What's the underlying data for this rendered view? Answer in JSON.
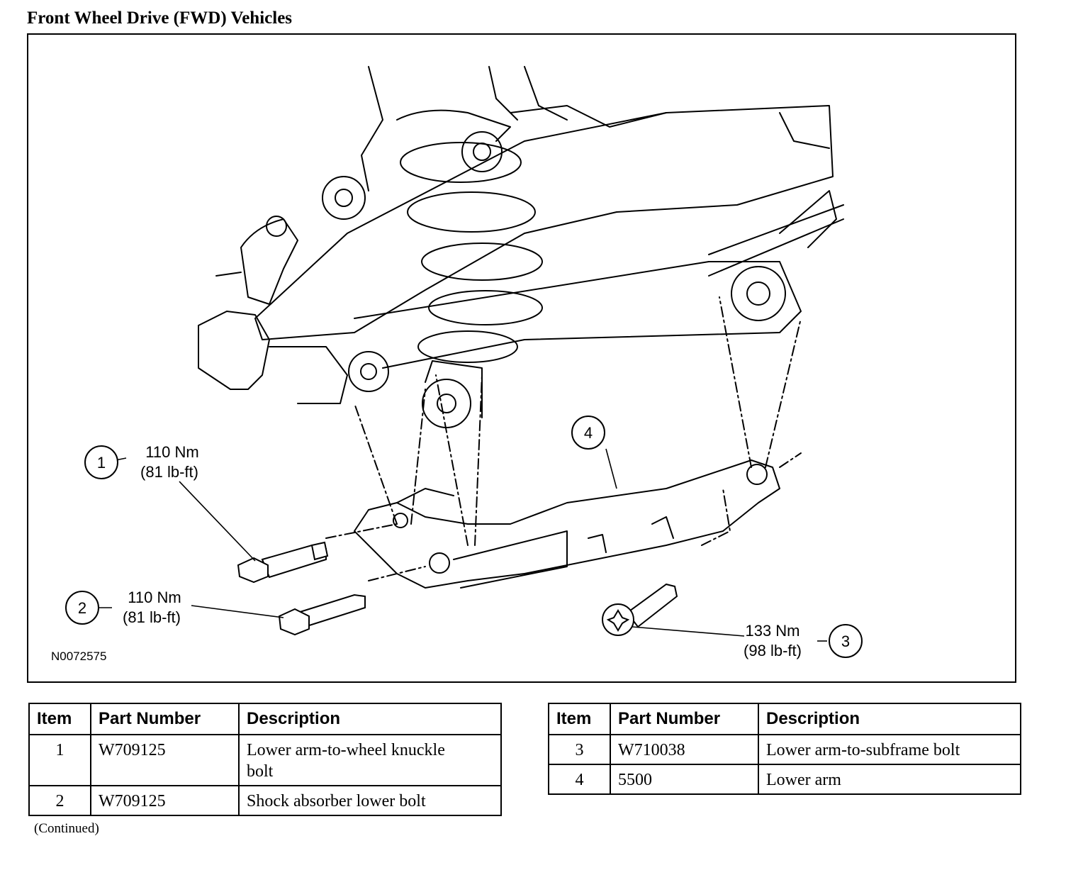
{
  "page_title": "Front Wheel Drive (FWD) Vehicles",
  "figure": {
    "id": "N0072575",
    "callouts": [
      {
        "num": "1",
        "torque_nm": "110 Nm",
        "torque_lbft": "(81 lb-ft)"
      },
      {
        "num": "2",
        "torque_nm": "110 Nm",
        "torque_lbft": "(81 lb-ft)"
      },
      {
        "num": "3",
        "torque_nm": "133 Nm",
        "torque_lbft": "(98 lb-ft)"
      },
      {
        "num": "4"
      }
    ]
  },
  "tables": [
    {
      "headers": [
        "Item",
        "Part Number",
        "Description"
      ],
      "rows": [
        {
          "item": "1",
          "part": "W709125",
          "desc_line1": "Lower arm-to-wheel knuckle",
          "desc_line2": "bolt"
        },
        {
          "item": "2",
          "part": "W709125",
          "desc_line1": "Shock absorber lower bolt"
        }
      ]
    },
    {
      "headers": [
        "Item",
        "Part Number",
        "Description"
      ],
      "rows": [
        {
          "item": "3",
          "part": "W710038",
          "desc_line1": "Lower arm-to-subframe bolt"
        },
        {
          "item": "4",
          "part": "5500",
          "desc_line1": "Lower arm"
        }
      ]
    }
  ],
  "continued": "(Continued)"
}
